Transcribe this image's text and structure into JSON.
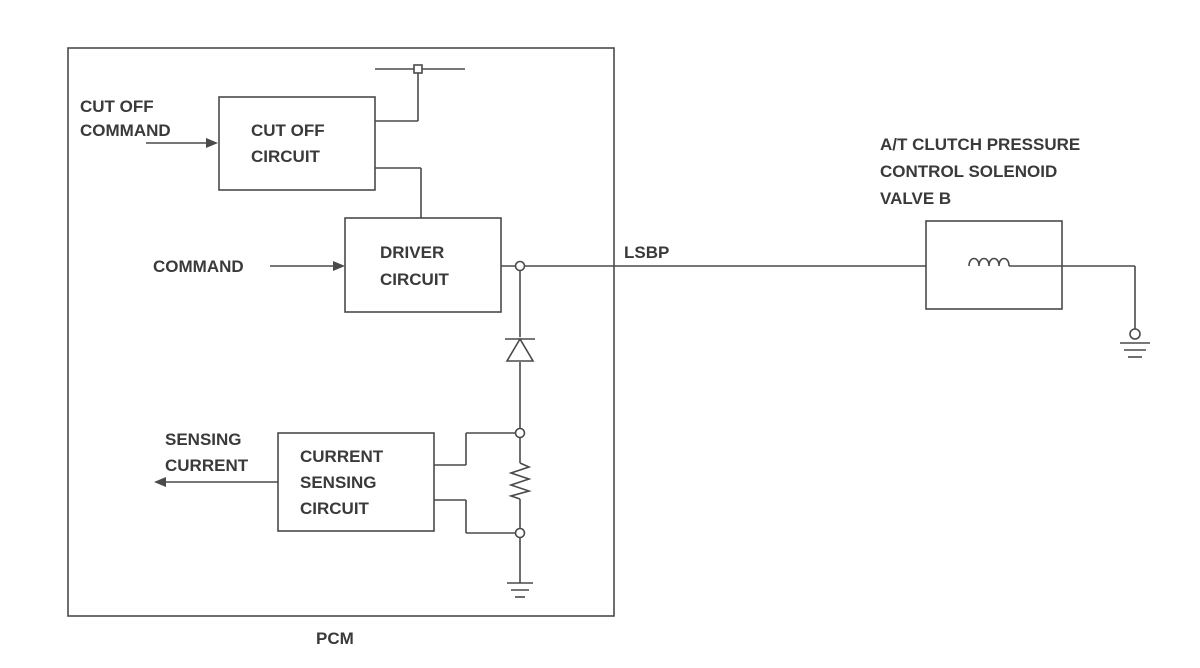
{
  "labels": {
    "cut_off_command_line1": "CUT OFF",
    "cut_off_command_line2": "COMMAND",
    "cut_off_circuit_line1": "CUT OFF",
    "cut_off_circuit_line2": "CIRCUIT",
    "command": "COMMAND",
    "driver_circuit_line1": "DRIVER",
    "driver_circuit_line2": "CIRCUIT",
    "lsbp": "LSBP",
    "solenoid_line1": "A/T CLUTCH PRESSURE",
    "solenoid_line2": "CONTROL SOLENOID",
    "solenoid_line3": "VALVE B",
    "sensing_current_line1": "SENSING",
    "sensing_current_line2": "CURRENT",
    "current_sensing_line1": "CURRENT",
    "current_sensing_line2": "SENSING",
    "current_sensing_line3": "CIRCUIT",
    "pcm": "PCM"
  },
  "colors": {
    "line": "#4a4a4a",
    "text": "#3a3a3a",
    "background": "#ffffff"
  }
}
